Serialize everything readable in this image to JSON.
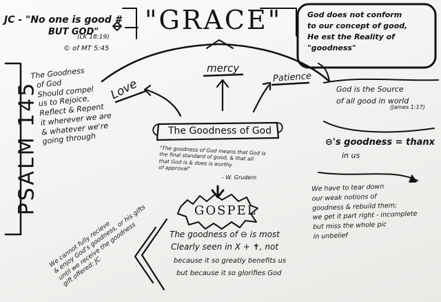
{
  "board": {
    "title": "\"GRACE\"",
    "top_left": {
      "line1": "JC - \"No one is good #",
      "line2": "BUT GOD\"",
      "ref1": "(LK 18:19)",
      "ref2": "© of MT 5:45"
    },
    "psalm": "PSALM 145",
    "left_column": "The Goodness\n  of God\n  Should compel\n  us to Rejoice,\n  Reflect & Repent\n  it wherever we are\n  & whatever we're\n  going through",
    "branches": {
      "love": "Love",
      "mercy": "mercy",
      "patience": "Patience"
    },
    "center_banner": "The Goodness of God",
    "grudem_quote": "\"The goodness of God means that God is\nthe final standard of good, & that all\nthat God is & does is worthy\nof approval\"",
    "grudem_author": "- W. Grudem",
    "gospel": "GOSPEL",
    "gospel_text": {
      "line1": "The goodness of ⊖ is most",
      "line2": "Clearly seen in X + ✝, not",
      "line3": "because it so greatly benefits us",
      "line4": "but because it so glorifies God"
    },
    "bottom_left_rotated": "We cannot fully recieve\n& enjoy God's goodness, or his gifts\nuntil we receive the goodness\ngift offered: JC",
    "right_box": "God does not conform\nto our concept of good,\nHe est the Reality of\n\"goodness\"",
    "source_of_good": "God is the Source\nof all good in world",
    "james_ref": "(James 1:17)",
    "thanx_line1": "⊖'s goodness = thanx",
    "thanx_line2": "in us",
    "right_bottom": "We have to tear down\nour weak notions of\ngoodness & rebuild them;\nwe get it part right - incomplete\nbut miss the whole pic\nin unbelief"
  }
}
